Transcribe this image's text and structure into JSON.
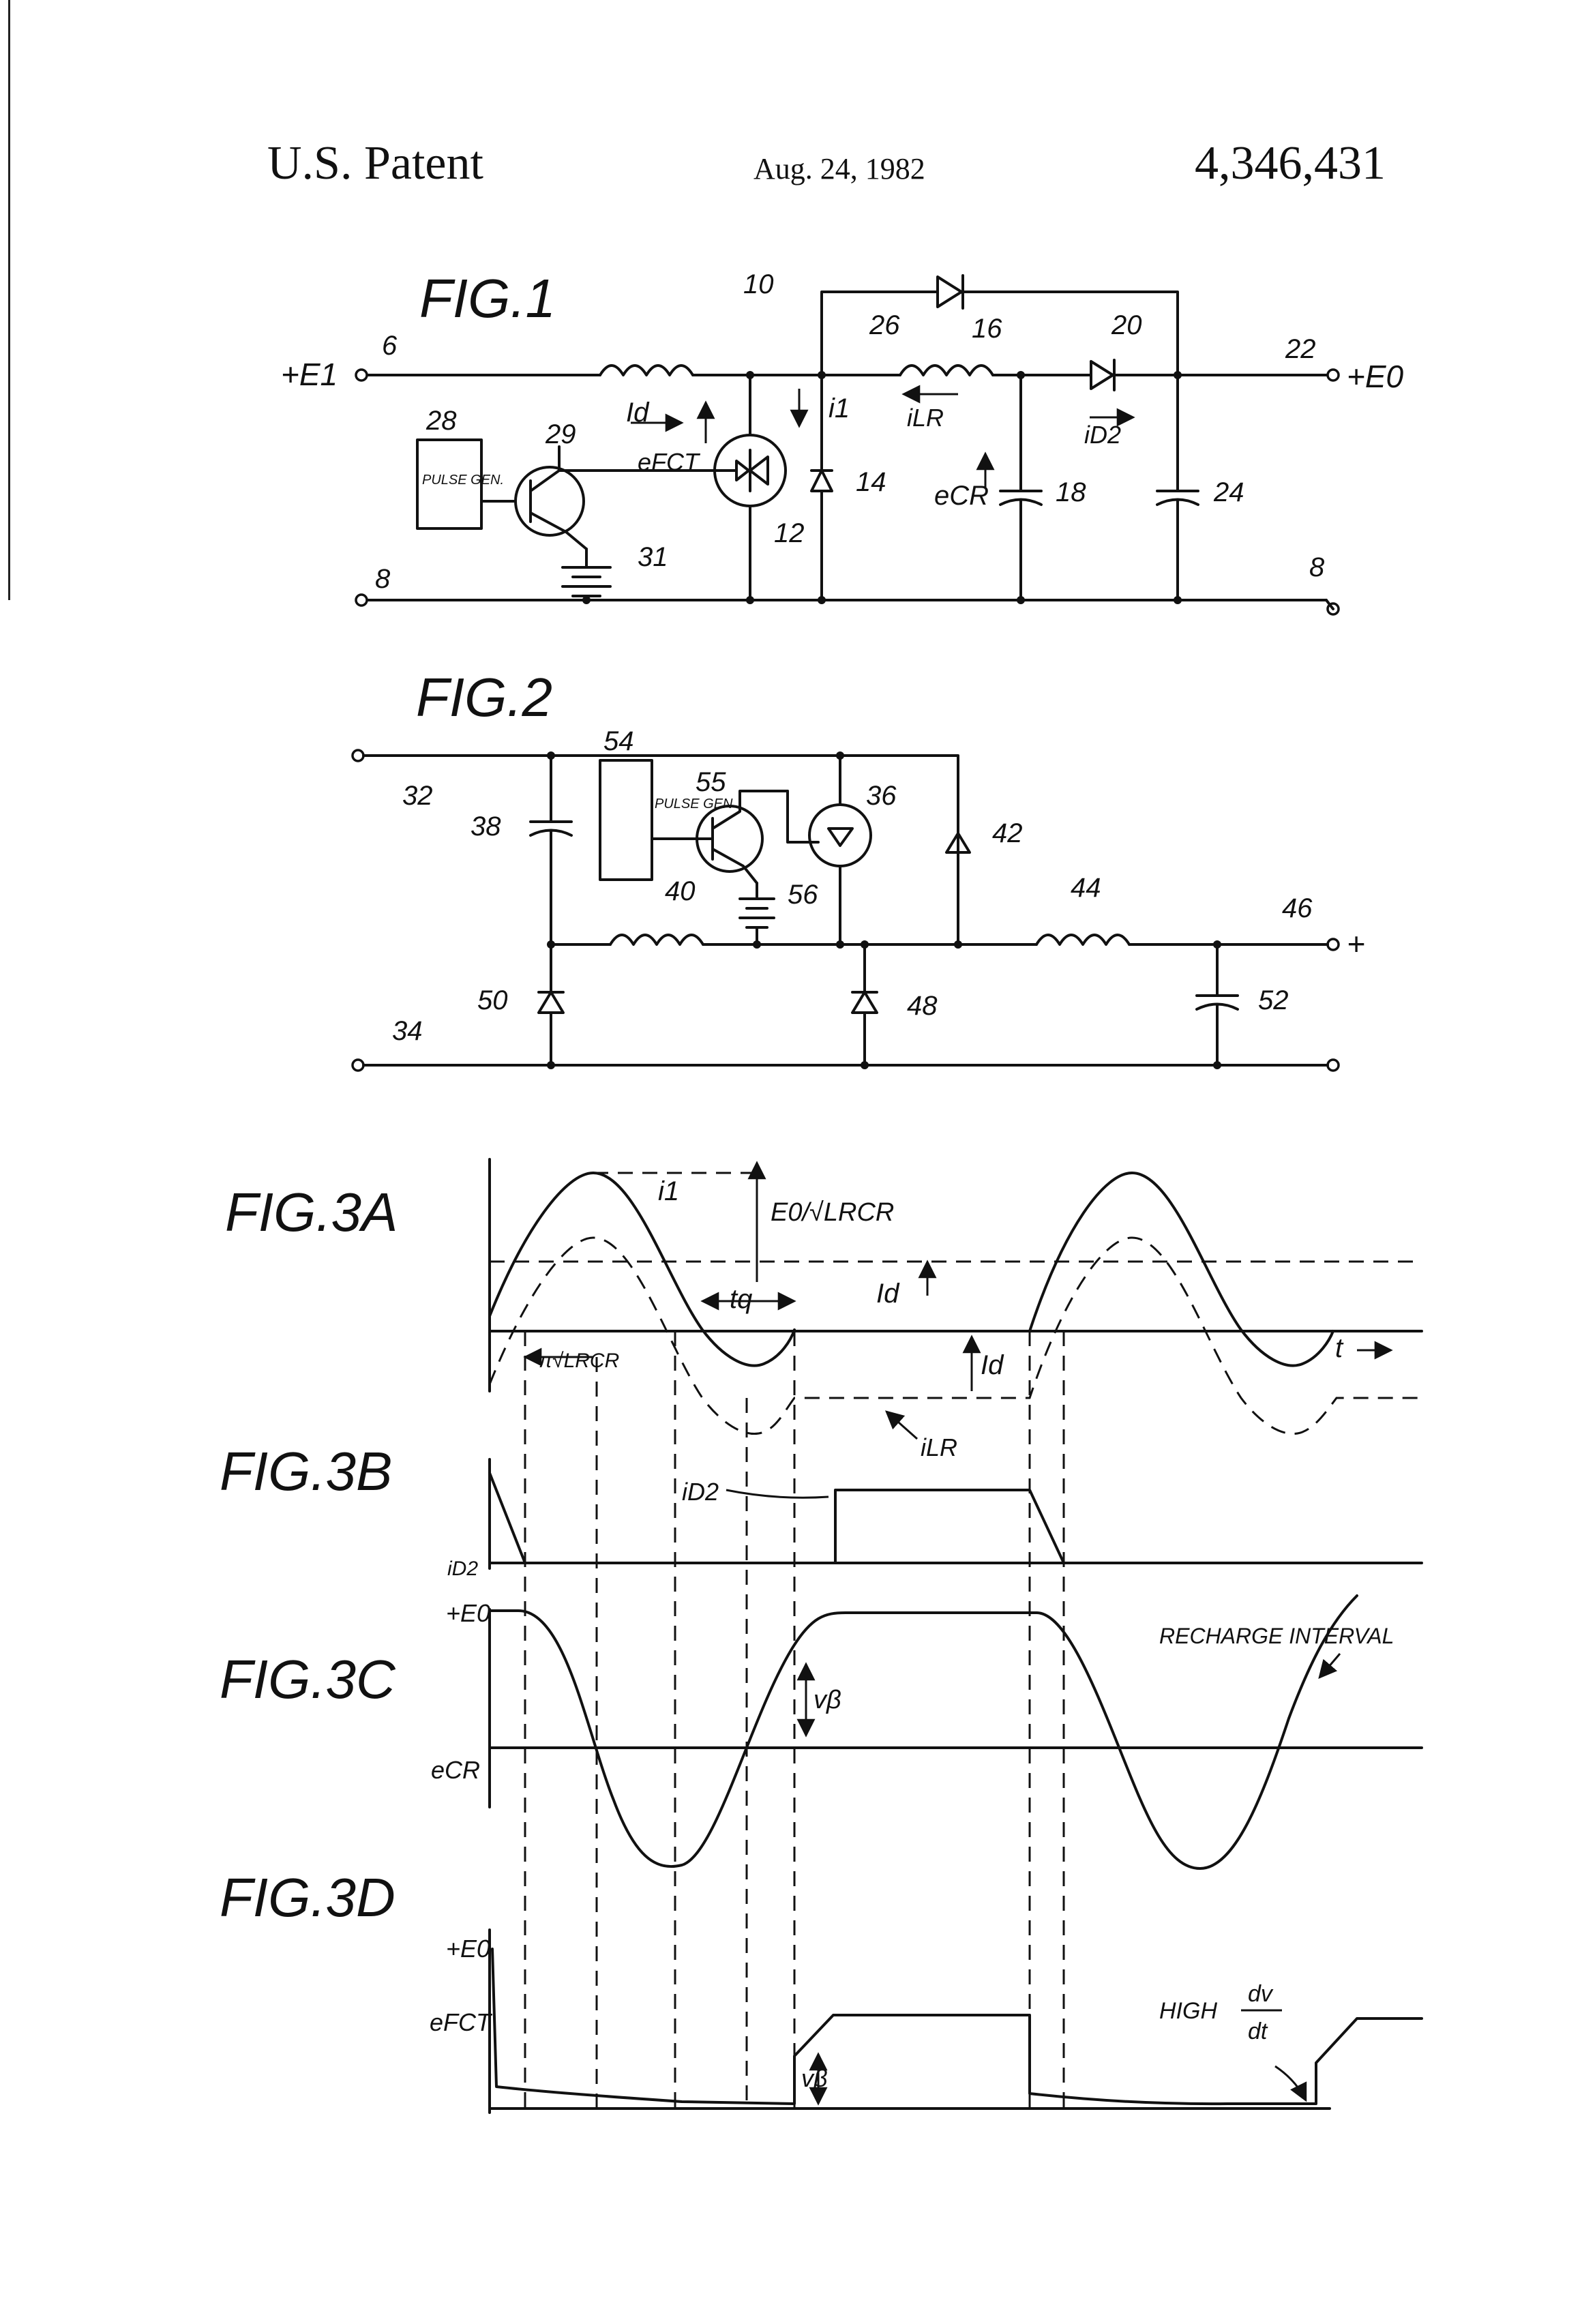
{
  "header": {
    "left": "U.S. Patent",
    "date": "Aug. 24, 1982",
    "number": "4,346,431"
  },
  "fig1": {
    "title": "FIG.1",
    "input_terminal": "+E1",
    "output_terminal": "+E0",
    "block": "PULSE GEN.",
    "labels": {
      "n6": "6",
      "n8a": "8",
      "n8b": "8",
      "n10": "10",
      "n12": "12",
      "n14": "14",
      "n16": "16",
      "n18": "18",
      "n20": "20",
      "n22": "22",
      "n24": "24",
      "n26": "26",
      "n28": "28",
      "n29": "29",
      "n31": "31",
      "Id": "Id",
      "efct": "eFCT",
      "i1": "i1",
      "ilr": "iLR",
      "id2": "iD2",
      "ecr": "eCR"
    }
  },
  "fig2": {
    "title": "FIG.2",
    "block": "PULSE GEN",
    "plus": "+",
    "labels": {
      "n32": "32",
      "n34": "34",
      "n36": "36",
      "n38": "38",
      "n40": "40",
      "n42": "42",
      "n44": "44",
      "n46": "46",
      "n48": "48",
      "n50": "50",
      "n52": "52",
      "n54": "54",
      "n55": "55",
      "n56": "56"
    }
  },
  "fig3a": {
    "title": "FIG.3A",
    "i1": "i1",
    "peak": "E0/√LRCR",
    "tq": "tq",
    "Id": "Id",
    "Id2": "Id",
    "t": "t",
    "period": "π√LRCR",
    "ilr": "iLR"
  },
  "fig3b": {
    "title": "FIG.3B",
    "id2": "iD2",
    "axis": "iD2"
  },
  "fig3c": {
    "title": "FIG.3C",
    "e0": "+E0",
    "ecr": "eCR",
    "vb": "vβ",
    "recharge": "RECHARGE INTERVAL"
  },
  "fig3d": {
    "title": "FIG.3D",
    "e0": "+E0",
    "efct": "eFCT",
    "vb": "vβ",
    "high": "HIGH",
    "dv": "dv",
    "dt": "dt"
  }
}
